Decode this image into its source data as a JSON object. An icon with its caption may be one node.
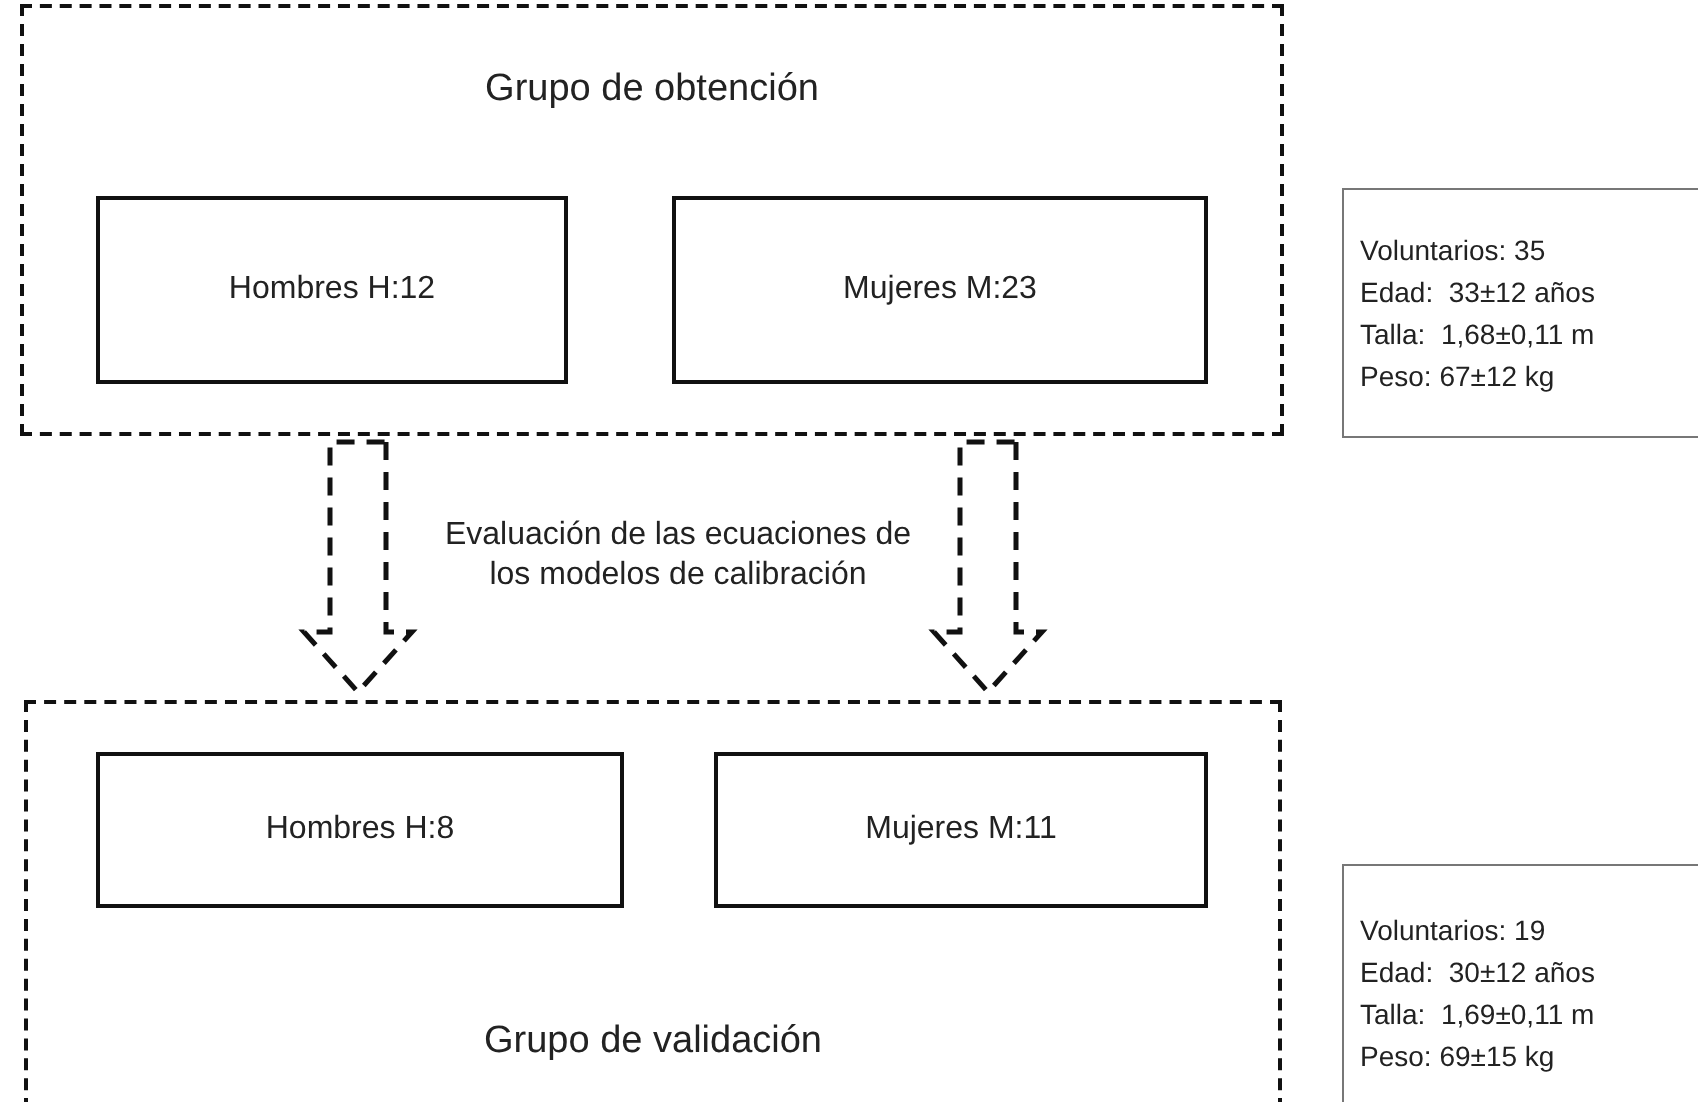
{
  "diagram": {
    "nodes": [
      {
        "text": [
          "Grupo de obtención"
        ]
      },
      {
        "text": [
          "Hombres H:12"
        ],
        "in": 0
      },
      {
        "text": [
          "Mujeres M:23"
        ],
        "in": 0
      },
      {
        "text": [
          "Grupo de validación"
        ]
      },
      {
        "text": [
          "Hombres H:8"
        ],
        "in": 3
      },
      {
        "text": [
          "Mujeres M:11"
        ],
        "in": 3
      },
      {
        "text": [
          "Voluntarios: 35",
          "Edad:  33±12 años",
          "Talla:  1,68±0,11 m",
          "Peso: 67±12 kg"
        ]
      },
      {
        "text": [
          "Voluntarios: 19",
          "Edad:  30±12 años",
          "Talla:  1,69±0,11 m",
          "Peso: 69±15 kg"
        ]
      }
    ],
    "edges": [
      {
        "from": 0,
        "to": 3,
        "arrow": "to",
        "style": "dashed"
      },
      {
        "from": 0,
        "to": 3,
        "arrow": "to",
        "style": "dashed"
      }
    ],
    "labels": [
      "Evaluación de las ecuaciones de los modelos de calibración"
    ]
  }
}
